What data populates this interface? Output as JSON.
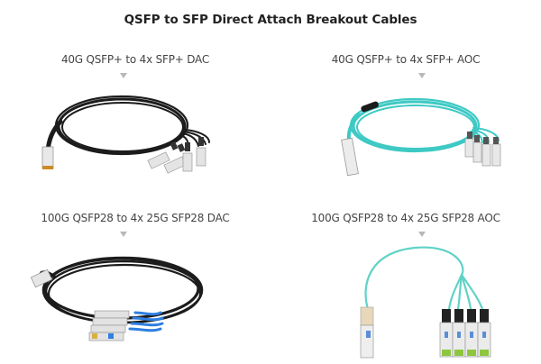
{
  "page": {
    "title": "QSFP to SFP Direct Attach Breakout Cables"
  },
  "products": [
    {
      "label": "40G QSFP+ to 4x SFP+ DAC",
      "cable_color": "#1c1c1c",
      "type": "DAC",
      "image_icon": "black-breakout-cable-icon"
    },
    {
      "label": "40G QSFP+ to 4x SFP+ AOC",
      "cable_color": "#3ec9c4",
      "type": "AOC",
      "image_icon": "aqua-breakout-cable-icon"
    },
    {
      "label": "100G QSFP28 to 4x 25G SFP28 DAC",
      "cable_color": "#1c1c1c",
      "accent_color": "#2f7fe0",
      "type": "DAC",
      "image_icon": "black-breakout-cable-icon"
    },
    {
      "label": "100G QSFP28 to 4x 25G SFP28 AOC",
      "cable_color": "#5fd3c6",
      "type": "AOC",
      "image_icon": "aqua-breakout-cable-icon"
    }
  ],
  "colors": {
    "arrow": "#b8b8b8",
    "label_text": "#444444",
    "title_text": "#222222"
  }
}
